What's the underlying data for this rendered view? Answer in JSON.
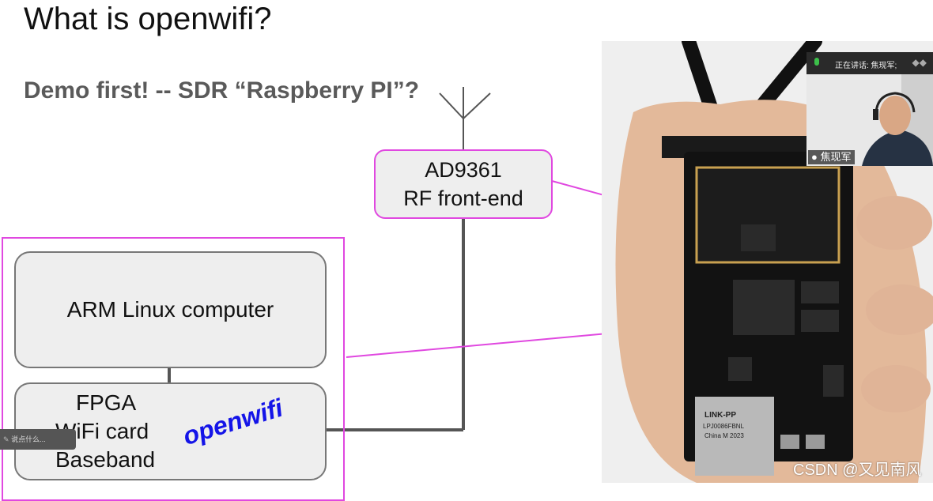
{
  "slide": {
    "title": "What is openwifi?",
    "subtitle": "Demo first! -- SDR “Raspberry PI”?",
    "rf_box": {
      "line1": "AD9361",
      "line2": "RF front-end"
    },
    "arm_box": {
      "label": "ARM Linux computer"
    },
    "fpga_box": {
      "line1": "FPGA",
      "line2": "WiFi card",
      "line3": "Baseband"
    },
    "openwifi_logo": "openwifi",
    "accent_color": "#e048e0",
    "logo_color": "#1414e8"
  },
  "video_call": {
    "status_text": "正在讲话: 焦现军;",
    "speaker_name": "焦现军",
    "mic_icon": "microphone-icon",
    "wave_icon": "audio-wave-icon"
  },
  "chat_input": {
    "placeholder": "说点什么..."
  },
  "photo": {
    "board_label_link": "LINK-PP",
    "board_label_part": "LPJ0086FBNL",
    "board_label_country": "China M 2023"
  },
  "watermark": "CSDN @又见南风"
}
